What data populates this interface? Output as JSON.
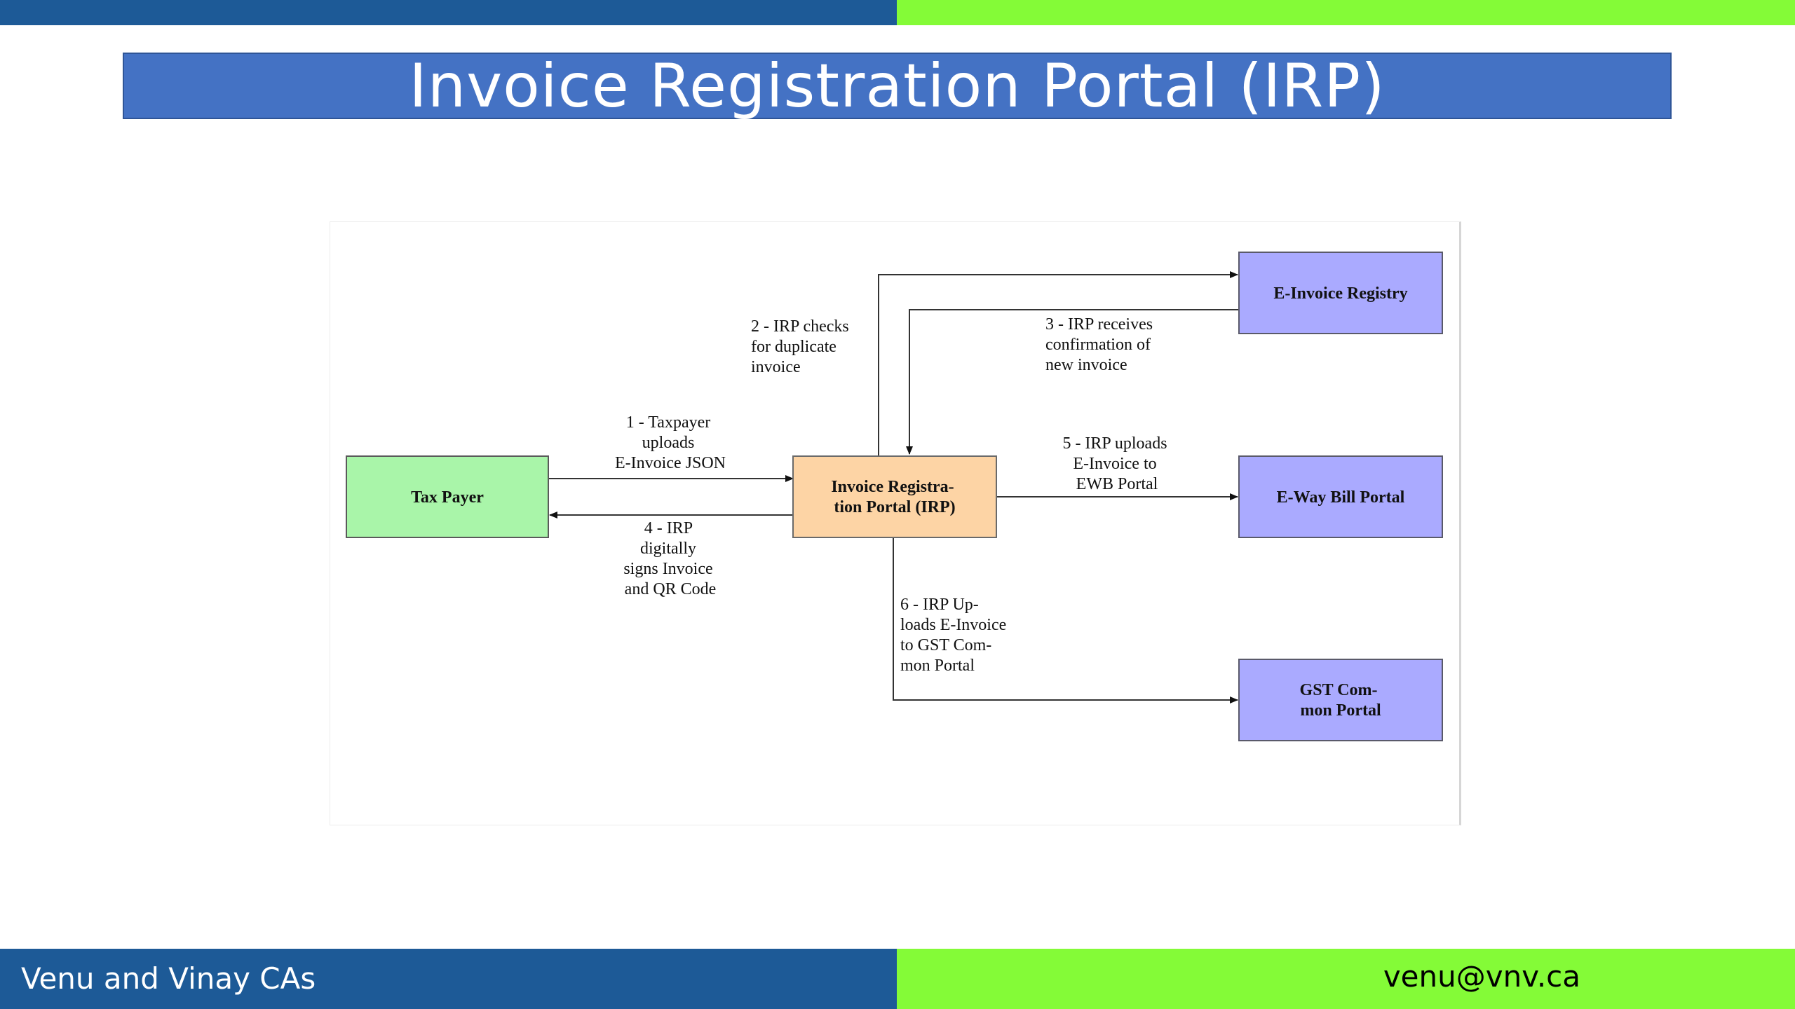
{
  "slide": {
    "title": "Invoice Registration Portal (IRP)",
    "footer_left": "Venu and  Vinay CAs",
    "footer_right": "venu@vnv.ca"
  },
  "colors": {
    "header_blue": "#1d5a97",
    "header_green": "#84fb37",
    "title_banner": "#4472c4",
    "taxpayer_fill": "#a9f5a9",
    "irp_fill": "#fdd4a5",
    "portal_fill": "#aaaaff"
  },
  "diagram": {
    "nodes": {
      "taxpayer": {
        "lines": [
          "Tax Payer"
        ]
      },
      "irp": {
        "lines": [
          "Invoice Registra-",
          "tion Portal (IRP)"
        ]
      },
      "registry": {
        "lines": [
          "E-Invoice Registry"
        ]
      },
      "ewb": {
        "lines": [
          "E-Way Bill Portal"
        ]
      },
      "gst": {
        "lines": [
          "GST Com-",
          "mon Portal"
        ]
      }
    },
    "edges": {
      "e1": {
        "lines": [
          "1 - Taxpayer",
          "uploads",
          "E-Invoice JSON"
        ]
      },
      "e2": {
        "lines": [
          "2 - IRP checks",
          "for duplicate",
          "invoice"
        ]
      },
      "e3": {
        "lines": [
          "3 - IRP receives",
          "confirmation of",
          "new invoice"
        ]
      },
      "e4": {
        "lines": [
          "4 - IRP",
          "digitally",
          "signs Invoice",
          "and QR Code"
        ]
      },
      "e5": {
        "lines": [
          "5 - IRP uploads",
          "E-Invoice to",
          "EWB Portal"
        ]
      },
      "e6": {
        "lines": [
          "6 - IRP Up-",
          "loads E-Invoice",
          "to GST Com-",
          "mon Portal"
        ]
      }
    }
  }
}
